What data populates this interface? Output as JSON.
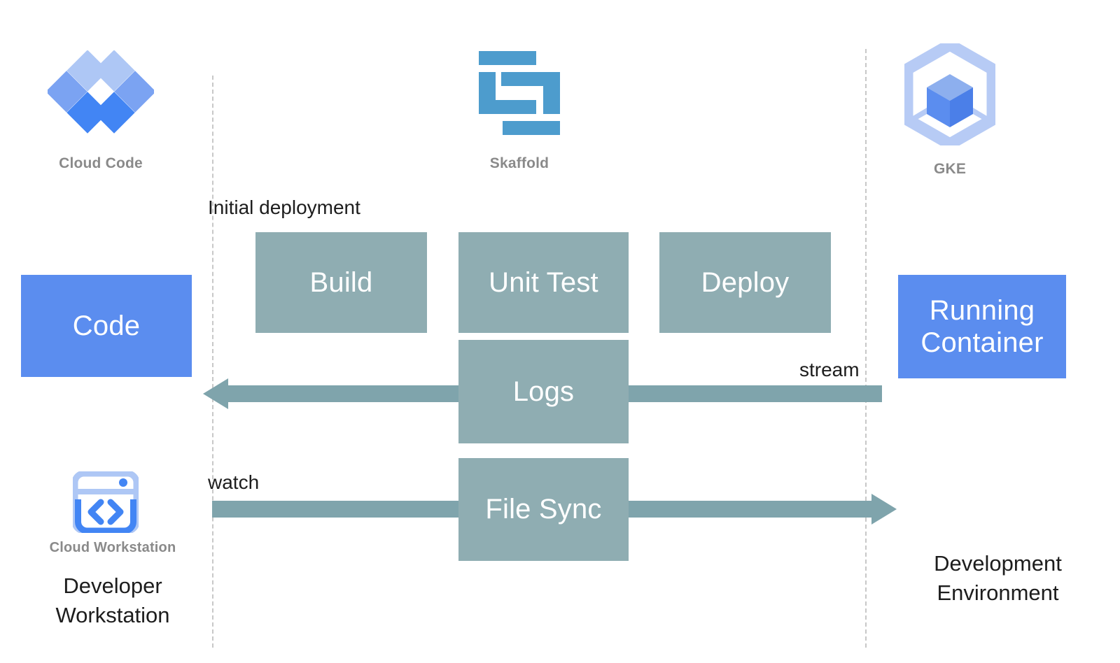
{
  "diagram": {
    "title": "Skaffold development loop with Cloud Code, Skaffold and GKE",
    "colors": {
      "stage_box": "#8fadb2",
      "blue_box": "#5b8def",
      "arrow": "#7fa4ac",
      "divider": "#c8c8c8",
      "logo_label": "#8a8a8a",
      "caption": "#1d1d1d",
      "skaffold_blue": "#4d9ccd",
      "cloudcode_light": "#aec7f5",
      "cloudcode_mid": "#7ba3f2",
      "cloudcode_dark": "#4285f4",
      "gke_light": "#b7cbf5",
      "gke_mid": "#8dafee",
      "gke_dark": "#4b7fe8"
    },
    "logos": [
      {
        "icon": "cloud-code-icon",
        "label": "Cloud Code"
      },
      {
        "icon": "skaffold-icon",
        "label": "Skaffold"
      },
      {
        "icon": "gke-icon",
        "label": "GKE"
      }
    ],
    "workstation": {
      "icon": "cloud-workstation-icon",
      "icon_label": "Cloud Workstation",
      "caption": "Developer\nWorkstation"
    },
    "environment": {
      "caption": "Development\nEnvironment"
    },
    "endpoints": [
      {
        "name": "code",
        "label": "Code"
      },
      {
        "name": "running-container",
        "label": "Running\nContainer"
      }
    ],
    "stages": [
      {
        "name": "build",
        "label": "Build"
      },
      {
        "name": "unit-test",
        "label": "Unit Test"
      },
      {
        "name": "deploy",
        "label": "Deploy"
      },
      {
        "name": "logs",
        "label": "Logs"
      },
      {
        "name": "file-sync",
        "label": "File Sync"
      }
    ],
    "flow_labels": {
      "initial_deployment": "Initial deployment",
      "stream": "stream",
      "watch": "watch"
    }
  }
}
